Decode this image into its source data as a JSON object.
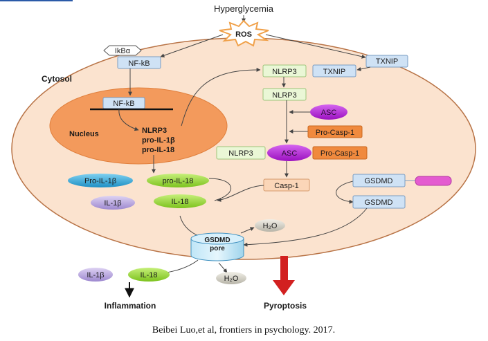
{
  "title": "Hyperglycemia",
  "stimulus": "ROS",
  "cytosol_label": "Cytosol",
  "nucleus_label": "Nucleus",
  "nodes": {
    "ikba": "IkBα",
    "nfkb_cyto": "NF-kB",
    "nfkb_nuc": "NF-kB",
    "nuclear_genes": [
      "NLRP3",
      "pro-IL-1β",
      "pro-IL-18"
    ],
    "txnip_outer": "TXNIP",
    "nlrp3_complex": "NLRP3",
    "txnip_complex": "TXNIP",
    "nlrp3_free": "NLRP3",
    "asc_free": "ASC",
    "procasp_free": "Pro-Casp-1",
    "nlrp3_inflammasome": "NLRP3",
    "asc_inflammasome": "ASC",
    "procasp_inflammasome": "Pro-Casp-1",
    "casp1": "Casp-1",
    "gsdmd_full": "GSDMD",
    "gsdmd_cleaved": "GSDMD",
    "pro_il1b": "Pro-IL-1β",
    "pro_il18": "pro-IL-18",
    "il1b_in": "IL-1β",
    "il18_in": "IL-18",
    "gsdmd_pore": [
      "GSDMD",
      "pore"
    ],
    "h2o_in": "H₂O",
    "h2o_out": "H₂O",
    "il1b_out": "IL-1β",
    "il18_out": "IL-18"
  },
  "outcomes": {
    "inflammation": "Inflammation",
    "pyroptosis": "Pyroptosis"
  },
  "citation": "Beibei Luo,et al, frontiers in psychology. 2017.",
  "colors": {
    "cell_fill": "#fbe3cf",
    "cell_stroke": "#b87346",
    "nucleus": "#f39a5c",
    "nlrp3_box": "#eaf7d6",
    "txnip_box": "#cfe2f5",
    "asc": "#b21ad3",
    "procasp": "#f08a3e",
    "casp1": "#fbd6b8",
    "il1b": "#b7a6dc",
    "il18": "#9fd63a",
    "pro_il1b": "#39a8d8",
    "gsdmd_tag": "#e45bd0",
    "pyroptosis_arrow": "#d22020"
  }
}
